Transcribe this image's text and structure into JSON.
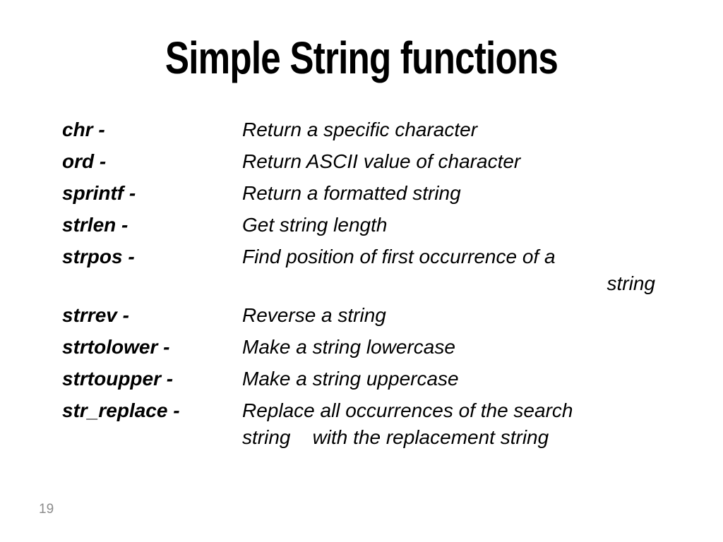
{
  "slide": {
    "title": "Simple String functions",
    "page_number": "19",
    "colors": {
      "text": "#000000",
      "page_number": "#8c8c8c",
      "background": "#ffffff"
    },
    "functions": [
      {
        "name": "chr -",
        "description": "Return a specific character"
      },
      {
        "name": "ord -",
        "description": "Return ASCII value of character"
      },
      {
        "name": "sprintf -",
        "description": "Return a formatted string"
      },
      {
        "name": "strlen -",
        "description": "Get string length"
      },
      {
        "name": "strpos -",
        "description": "Find position of first occurrence of a",
        "wrap": "string"
      },
      {
        "name": "strrev -",
        "description": "Reverse a string"
      },
      {
        "name": "strtolower -",
        "description": "Make a string lowercase"
      },
      {
        "name": "strtoupper -",
        "description": "Make a string uppercase"
      },
      {
        "name": "str_replace -",
        "description": "Replace all occurrences of the search",
        "wrap": "string    with the replacement string"
      }
    ]
  }
}
